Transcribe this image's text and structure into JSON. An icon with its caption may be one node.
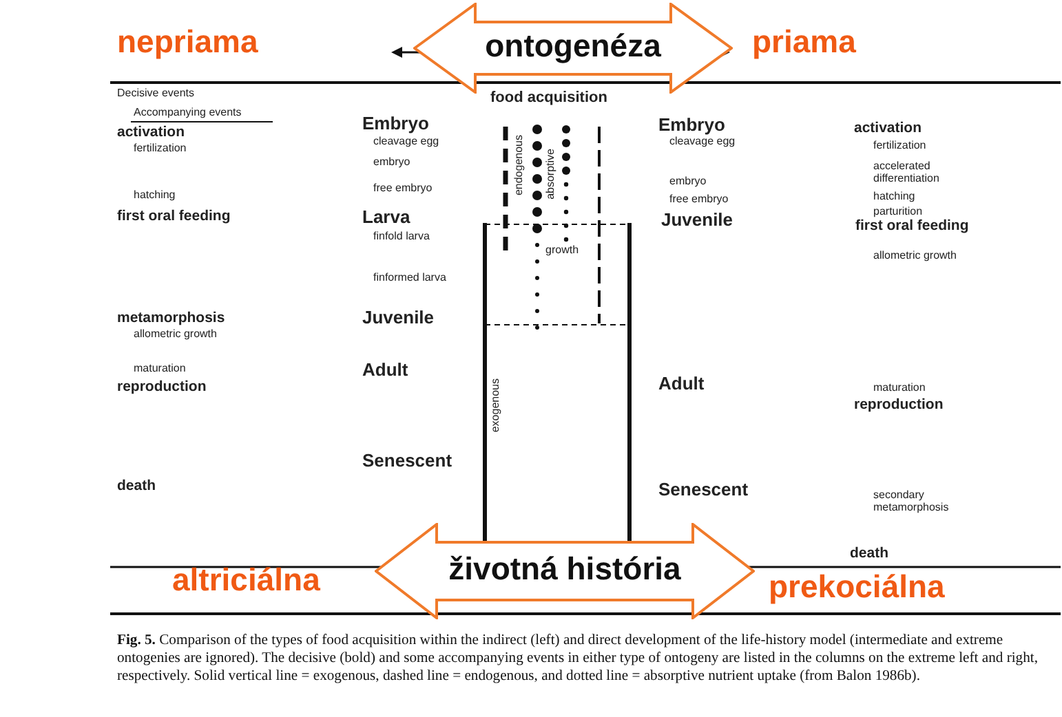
{
  "diagram": {
    "caption": "**Fig. 5.** Comparison of the types of food acquisition within the indirect (left) and direct development of the life-history model (intermediate and extreme ontogenies are ignored). The decisive (bold) and some accompanying events in either type of ontogeny are listed in the columns on the extreme left and right, respectively. Solid vertical line = exogenous, dashed line = endogenous, and dotted line = absorptive nutrient uptake (from Balon 1986b).",
    "nodes": [
      {
        "text": [
          "ontogenéza"
        ]
      },
      {
        "text": [
          "životná história"
        ]
      }
    ],
    "labels": [
      "nepriama",
      "priama",
      "Decisive events",
      "Accompanying events",
      "food acquisition",
      "activation",
      "fertilization",
      "hatching",
      "first oral feeding",
      "metamorphosis",
      "allometric growth",
      "maturation",
      "reproduction",
      "death",
      "Embryo",
      "cleavage egg",
      "embryo",
      "free embryo",
      "Larva",
      "finfold larva",
      "finformed larva",
      "Juvenile",
      "Adult",
      "Senescent",
      "endogenous",
      "absorptive",
      "growth",
      "exogenous",
      "Embryo",
      "cleavage egg",
      "embryo",
      "free embryo",
      "Juvenile",
      "Adult",
      "Senescent",
      "activation",
      "fertilization",
      "accelerated differentiation",
      "hatching",
      "parturition",
      "first oral feeding",
      "allometric growth",
      "maturation",
      "reproduction",
      "secondary metamorphosis",
      "death",
      "altriciálna",
      "prekociálna"
    ]
  }
}
